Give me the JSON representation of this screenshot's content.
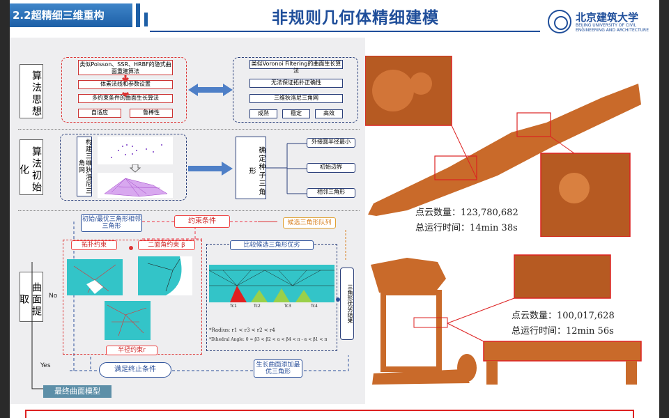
{
  "header": {
    "section": "2.2超精细三维重构",
    "title": "非规则几何体精细建模",
    "logo_cn": "北京建筑大学",
    "logo_en": "BEIJING UNIVERSITY OF CIVIL ENGINEERING AND ARCHITECTURE"
  },
  "left_labels": [
    "算法思想",
    "算法初始化",
    "曲面提取"
  ],
  "idea": {
    "red_items": [
      "类似Poisson、SSR、HRBF的隐式曲面重建算法",
      "体素法线和参数设置",
      "多约束条件的曲面生长算法",
      "自适应",
      "鲁棒性"
    ],
    "blue_items": [
      "类似Voronoi Filtering的曲面生长算法",
      "无法保证拓扑正确性",
      "三维狄洛尼三角网",
      "成熟",
      "稳定",
      "高效"
    ]
  },
  "init": {
    "left_vertical": "构建三维狄洛尼三角网",
    "center_vertical": "确定种子三角形",
    "right_items": [
      "外接圆半径最小",
      "初始边界",
      "相邻三角形"
    ]
  },
  "extract": {
    "init_box": "初始/最优三角形相邻三角形",
    "constraint": "约束条件",
    "candidate_queue": "候选三角形队列",
    "topo": "拓扑约束",
    "dihedral": "二面角约束 β",
    "compare": "比较候选三角形优劣",
    "radius": "半径约束r",
    "add_vertical": "三角形优劣结果",
    "grow": "生长曲面添加最优三角形",
    "stop": "满足终止条件",
    "final": "最终曲面模型",
    "no": "No",
    "yes": "Yes",
    "formula1": "*Radius: r1 < r3 < r2 < r4",
    "formula2": "*Dihedral Angle: 0 ≈ β3 < β2 < α < β4 < π - α < β1 < π",
    "tc_labels": [
      "Tc1",
      "Tc2",
      "Tc3",
      "Tc4"
    ]
  },
  "models": [
    {
      "points_label": "点云数量：",
      "points_value": "123,780,682",
      "time_label": "总运行时间：",
      "time_value": "14min 38s"
    },
    {
      "points_label": "点云数量：",
      "points_value": "100,017,628",
      "time_label": "总运行时间：",
      "time_value": "12min 56s"
    }
  ],
  "colors": {
    "accent": "#1f4e9a",
    "wood": "#c96a2a",
    "mesh": "#33c4c8",
    "red": "#d33333"
  }
}
